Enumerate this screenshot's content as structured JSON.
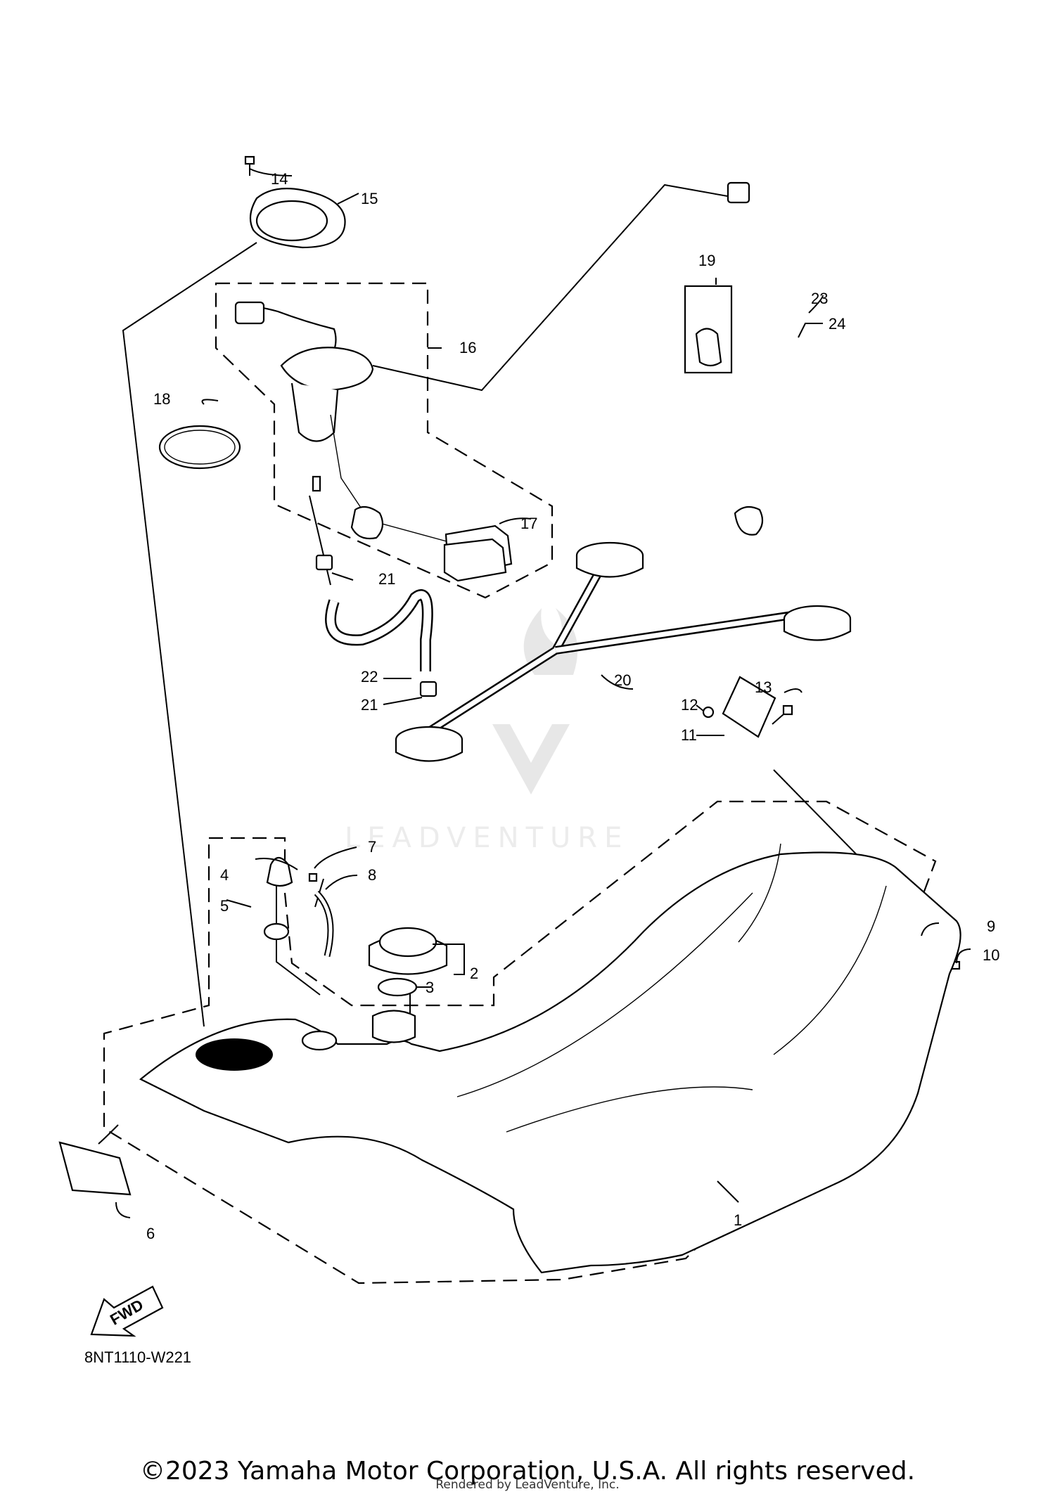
{
  "diagram": {
    "code": "8NT1110-W221",
    "fwd_label": "FWD",
    "watermark": "LEADVENTURE",
    "callouts": [
      "1",
      "2",
      "3",
      "4",
      "5",
      "6",
      "7",
      "8",
      "9",
      "10",
      "11",
      "12",
      "13",
      "14",
      "15",
      "16",
      "17",
      "18",
      "19",
      "20",
      "21",
      "21",
      "22",
      "23",
      "24"
    ]
  },
  "footer": {
    "copyright": "©2023 Yamaha Motor Corporation, U.S.A. All rights reserved.",
    "rendered_by": "Rendered by LeadVenture, Inc."
  }
}
